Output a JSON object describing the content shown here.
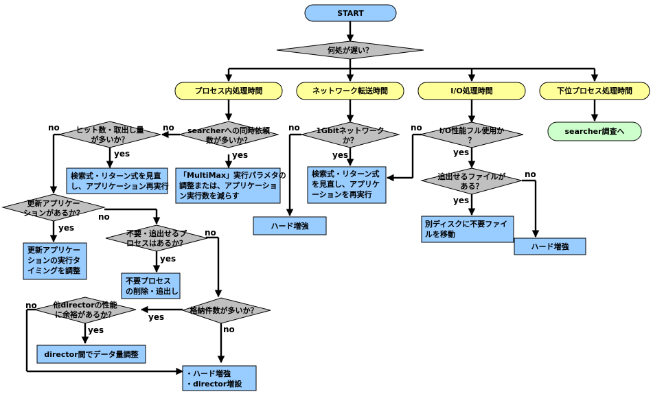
{
  "start": "START",
  "root_decision": "何処が遅い？",
  "categories": {
    "process": "プロセス内処理時間",
    "network": "ネットワーク転送時間",
    "io": "I/O処理時間",
    "subprocess": "下位プロセス処理時間"
  },
  "decisions": {
    "searcher_concurrency": [
      "searcherへの同時依頼",
      "数が多いか？"
    ],
    "hits": [
      "ヒット数・取出し量",
      "が多いか？"
    ],
    "update_app": [
      "更新アプリケー",
      "ションがあるか？"
    ],
    "unneeded_process": [
      "不要・追出せるプ",
      "ロセスはあるか？"
    ],
    "storage_count": [
      "格納件数が多いか？"
    ],
    "other_director": [
      "他directorの性能",
      "に余裕があるか？"
    ],
    "gbit_network": [
      "1Gbitネットワーク",
      "か？"
    ],
    "io_full": [
      "I/O性能フル使用か",
      "？"
    ],
    "evictable_file": [
      "追出せるファイルが",
      "ある？"
    ]
  },
  "actions": {
    "multimax": [
      "「MultiMax」実行パラメタの",
      "調整または、アプリケーショ",
      "ン実行数を減らす"
    ],
    "review_search": [
      "検索式・リターン式を見直",
      "し、アプリケーション再実行"
    ],
    "update_timing": [
      "更新アプリケー",
      "ションの実行タ",
      "イミングを調整"
    ],
    "delete_process": [
      "不要プロセス",
      "の削除・追出し"
    ],
    "director_adjust": [
      "director間でデータ量調整"
    ],
    "hw_director": [
      "・ハード増強",
      "・director増設"
    ],
    "network_review": [
      "検索式・リターン式",
      "を見直し、アプリケ",
      "ーションを再実行"
    ],
    "hw_network": [
      "ハード増強"
    ],
    "move_file": [
      "別ディスクに不要ファイ",
      "ルを移動"
    ],
    "hw_io": [
      "ハード増強"
    ]
  },
  "terminal_searcher": "searcher調査へ",
  "labels": {
    "yes": "yes",
    "no": "no"
  },
  "colors": {
    "terminal": "#99ccff",
    "terminal_green": "#ccffcc",
    "decision": "#c0c0c0",
    "category": "#ffff99",
    "action": "#99ccff"
  }
}
